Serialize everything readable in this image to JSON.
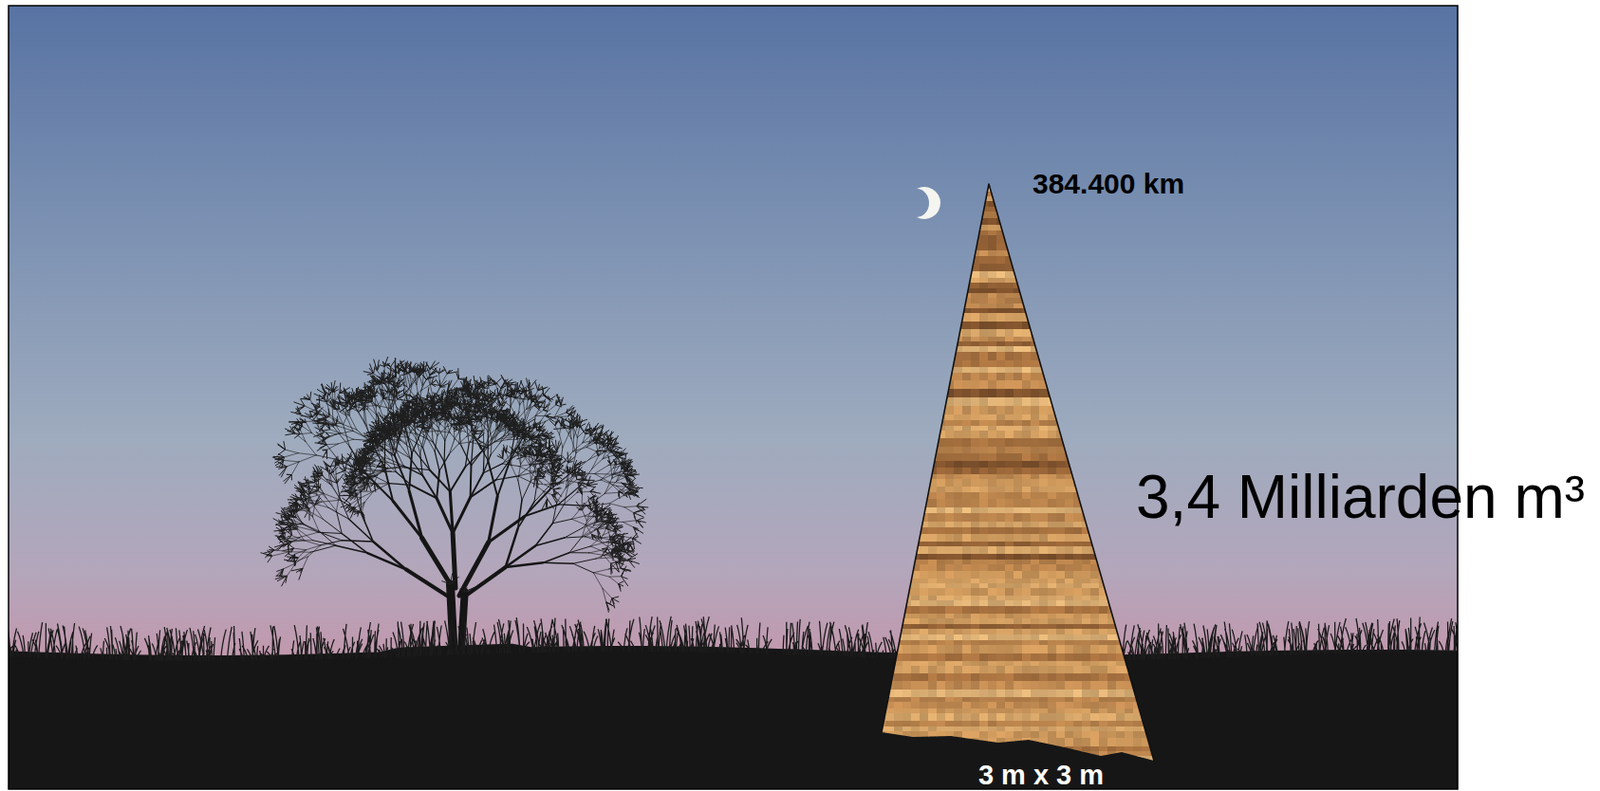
{
  "diagram": {
    "labels": [
      "384.400 km",
      "3 m x 3 m",
      "3,4 Milliarden m³"
    ]
  }
}
